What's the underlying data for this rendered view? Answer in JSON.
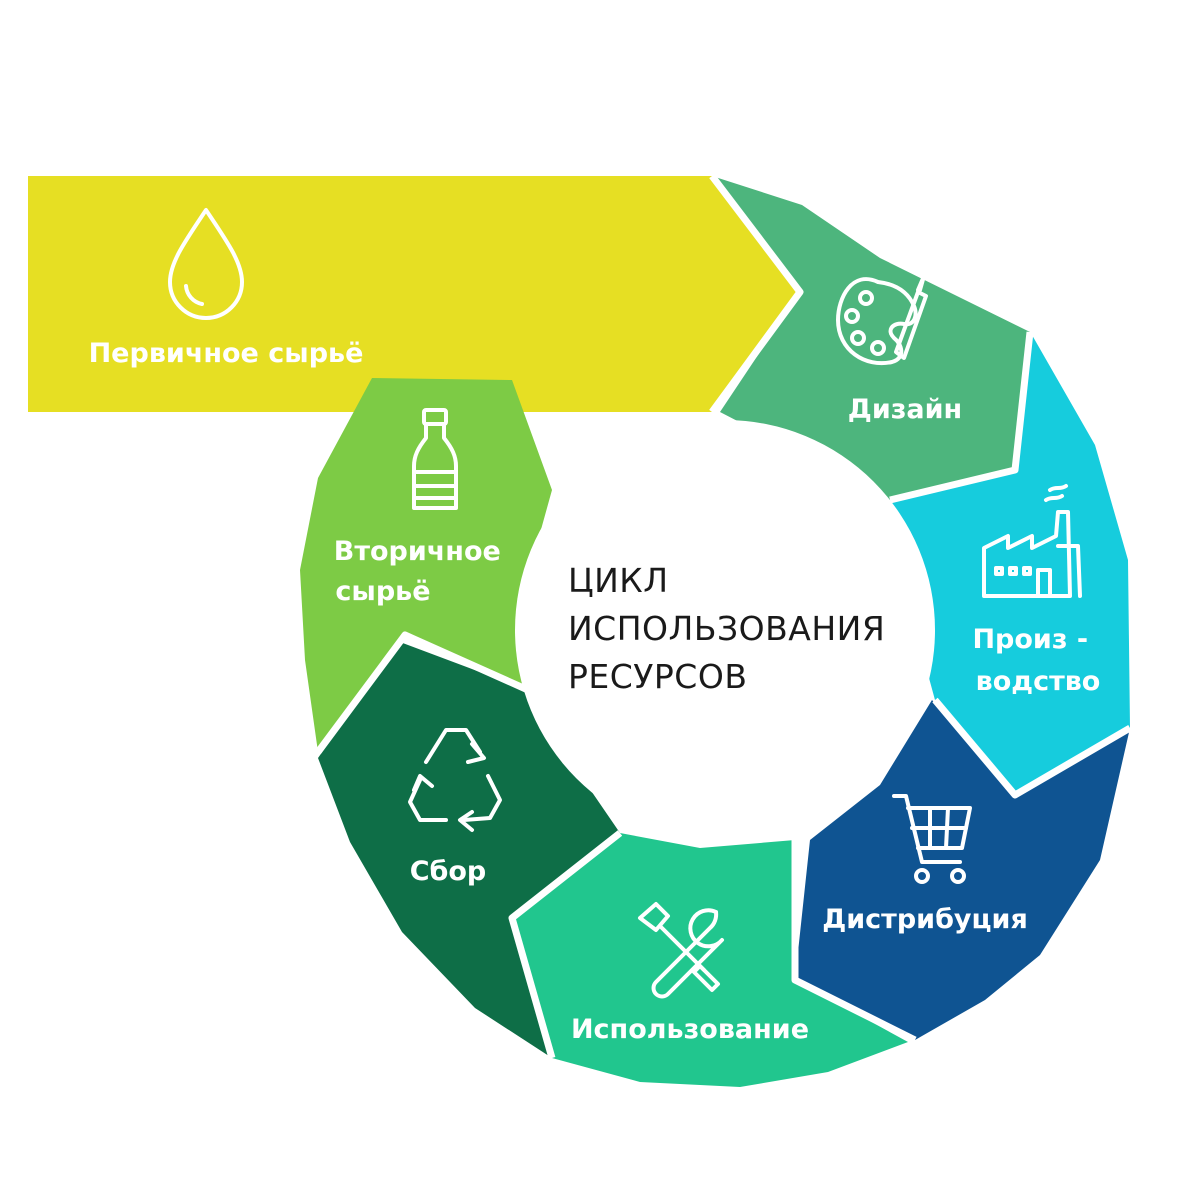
{
  "colors": {
    "raw": "#E6DF23",
    "design": "#4DB57D",
    "production": "#16CCDD",
    "distribution": "#0F5492",
    "usage": "#21C68E",
    "collection": "#0E6E47",
    "secondary": "#7DCB45",
    "center_text": "#1A1A1A"
  },
  "center": {
    "line1": "ЦИКЛ",
    "line2": "ИСПОЛЬЗОВАНИЯ",
    "line3": "РЕСУРСОВ"
  },
  "segments": {
    "raw": {
      "label": "Первичное сырьё",
      "icon": "water-drop-icon"
    },
    "design": {
      "label": "Дизайн",
      "icon": "palette-brush-icon"
    },
    "production": {
      "line1": "Произ -",
      "line2": "водство",
      "icon": "factory-icon"
    },
    "distribution": {
      "label": "Дистрибуция",
      "icon": "shopping-cart-icon"
    },
    "usage": {
      "label": "Использование",
      "icon": "wrench-screwdriver-icon"
    },
    "collection": {
      "label": "Сбор",
      "icon": "recycle-icon"
    },
    "secondary": {
      "line1": "Вторичное",
      "line2": "сырьё",
      "icon": "bottle-icon"
    }
  }
}
